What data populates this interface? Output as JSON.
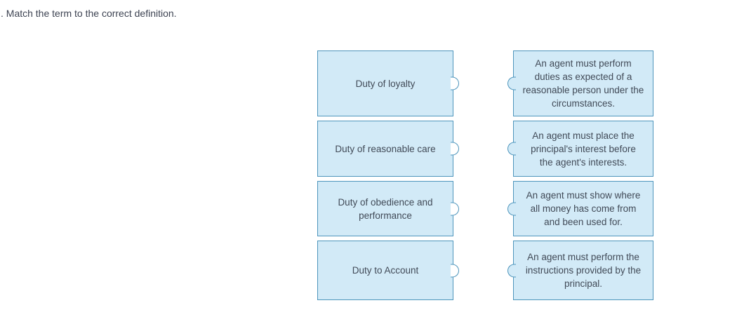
{
  "page": {
    "prompt": ". Match the term to the correct definition."
  },
  "colors": {
    "card_fill": "#d2eaf7",
    "card_border": "#4d95bc",
    "text": "#414a57"
  },
  "matching": {
    "terms": [
      {
        "label": [
          "Duty of loyalty"
        ]
      },
      {
        "label": [
          "Duty of reasonable care"
        ]
      },
      {
        "label": [
          "Duty of obedience and",
          "performance"
        ]
      },
      {
        "label": [
          "Duty to Account"
        ]
      }
    ],
    "definitions": [
      {
        "text": [
          "An agent must perform",
          "duties as expected of a",
          "reasonable person under the",
          "circumstances."
        ]
      },
      {
        "text": [
          "An agent must place the",
          "principal's interest before",
          "the agent's interests."
        ]
      },
      {
        "text": [
          "An agent must show where",
          "all money has come from",
          "and been used for."
        ]
      },
      {
        "text": [
          "An agent must perform the",
          "instructions provided by the",
          "principal."
        ]
      }
    ]
  }
}
